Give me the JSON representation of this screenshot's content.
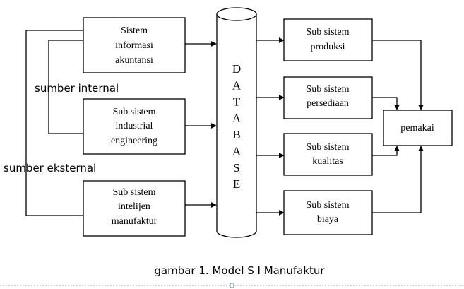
{
  "sources": [
    {
      "id": "akuntansi",
      "lines": [
        "Sistem",
        "informasi",
        "akuntansi"
      ]
    },
    {
      "id": "engineering",
      "lines": [
        "Sub sistem",
        "industrial",
        "engineering"
      ]
    },
    {
      "id": "intelijen",
      "lines": [
        "Sub sistem",
        "intelijen",
        "manufaktur"
      ]
    }
  ],
  "database": {
    "letters": [
      "D",
      "A",
      "T",
      "A",
      "B",
      "A",
      "S",
      "E"
    ]
  },
  "subsystems": [
    {
      "id": "produksi",
      "lines": [
        "Sub sistem",
        "produksi"
      ]
    },
    {
      "id": "persediaan",
      "lines": [
        "Sub sistem",
        "persediaan"
      ]
    },
    {
      "id": "kualitas",
      "lines": [
        "Sub sistem",
        "kualitas"
      ]
    },
    {
      "id": "biaya",
      "lines": [
        "Sub sistem",
        "biaya"
      ]
    }
  ],
  "user": {
    "label": "pemakai"
  },
  "labels": {
    "internal": "sumber internal",
    "external": "sumber eksternal"
  },
  "caption": "gambar 1. Model S I Manufaktur",
  "colors": {
    "stroke": "#000000",
    "background": "#ffffff",
    "ruler": "#9aaabb"
  }
}
